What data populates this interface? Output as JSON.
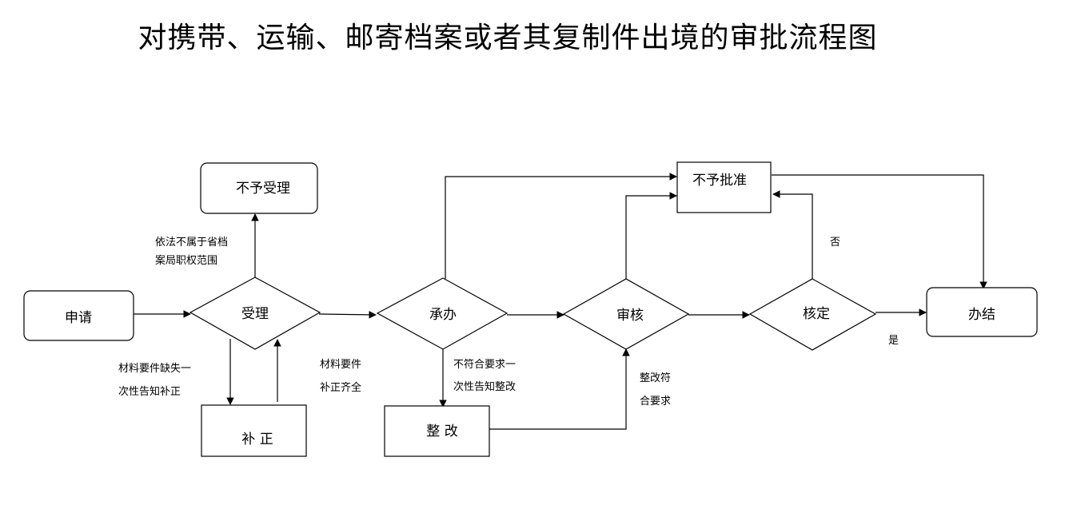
{
  "title": "对携带、运输、邮寄档案或者其复制件出境的审批流程图",
  "nodes": {
    "apply": "申请",
    "accept": "受理",
    "reject_accept": "不予受理",
    "supplement": "补 正",
    "handle": "承办",
    "rectify": "整 改",
    "review": "审核",
    "verify": "核定",
    "not_approve": "不予批准",
    "complete": "办结"
  },
  "labels": {
    "not_in_scope": [
      "依法不属于省档",
      "案局职权范围"
    ],
    "missing_materials": [
      "材料要件缺失一",
      "次性告知补正"
    ],
    "materials_complete": [
      "材料要件",
      "补正齐全"
    ],
    "not_compliant": [
      "不符合要求一",
      "次性告知整改"
    ],
    "rectify_ok": [
      "整改符",
      "合要求"
    ],
    "no": "否",
    "yes": "是"
  }
}
